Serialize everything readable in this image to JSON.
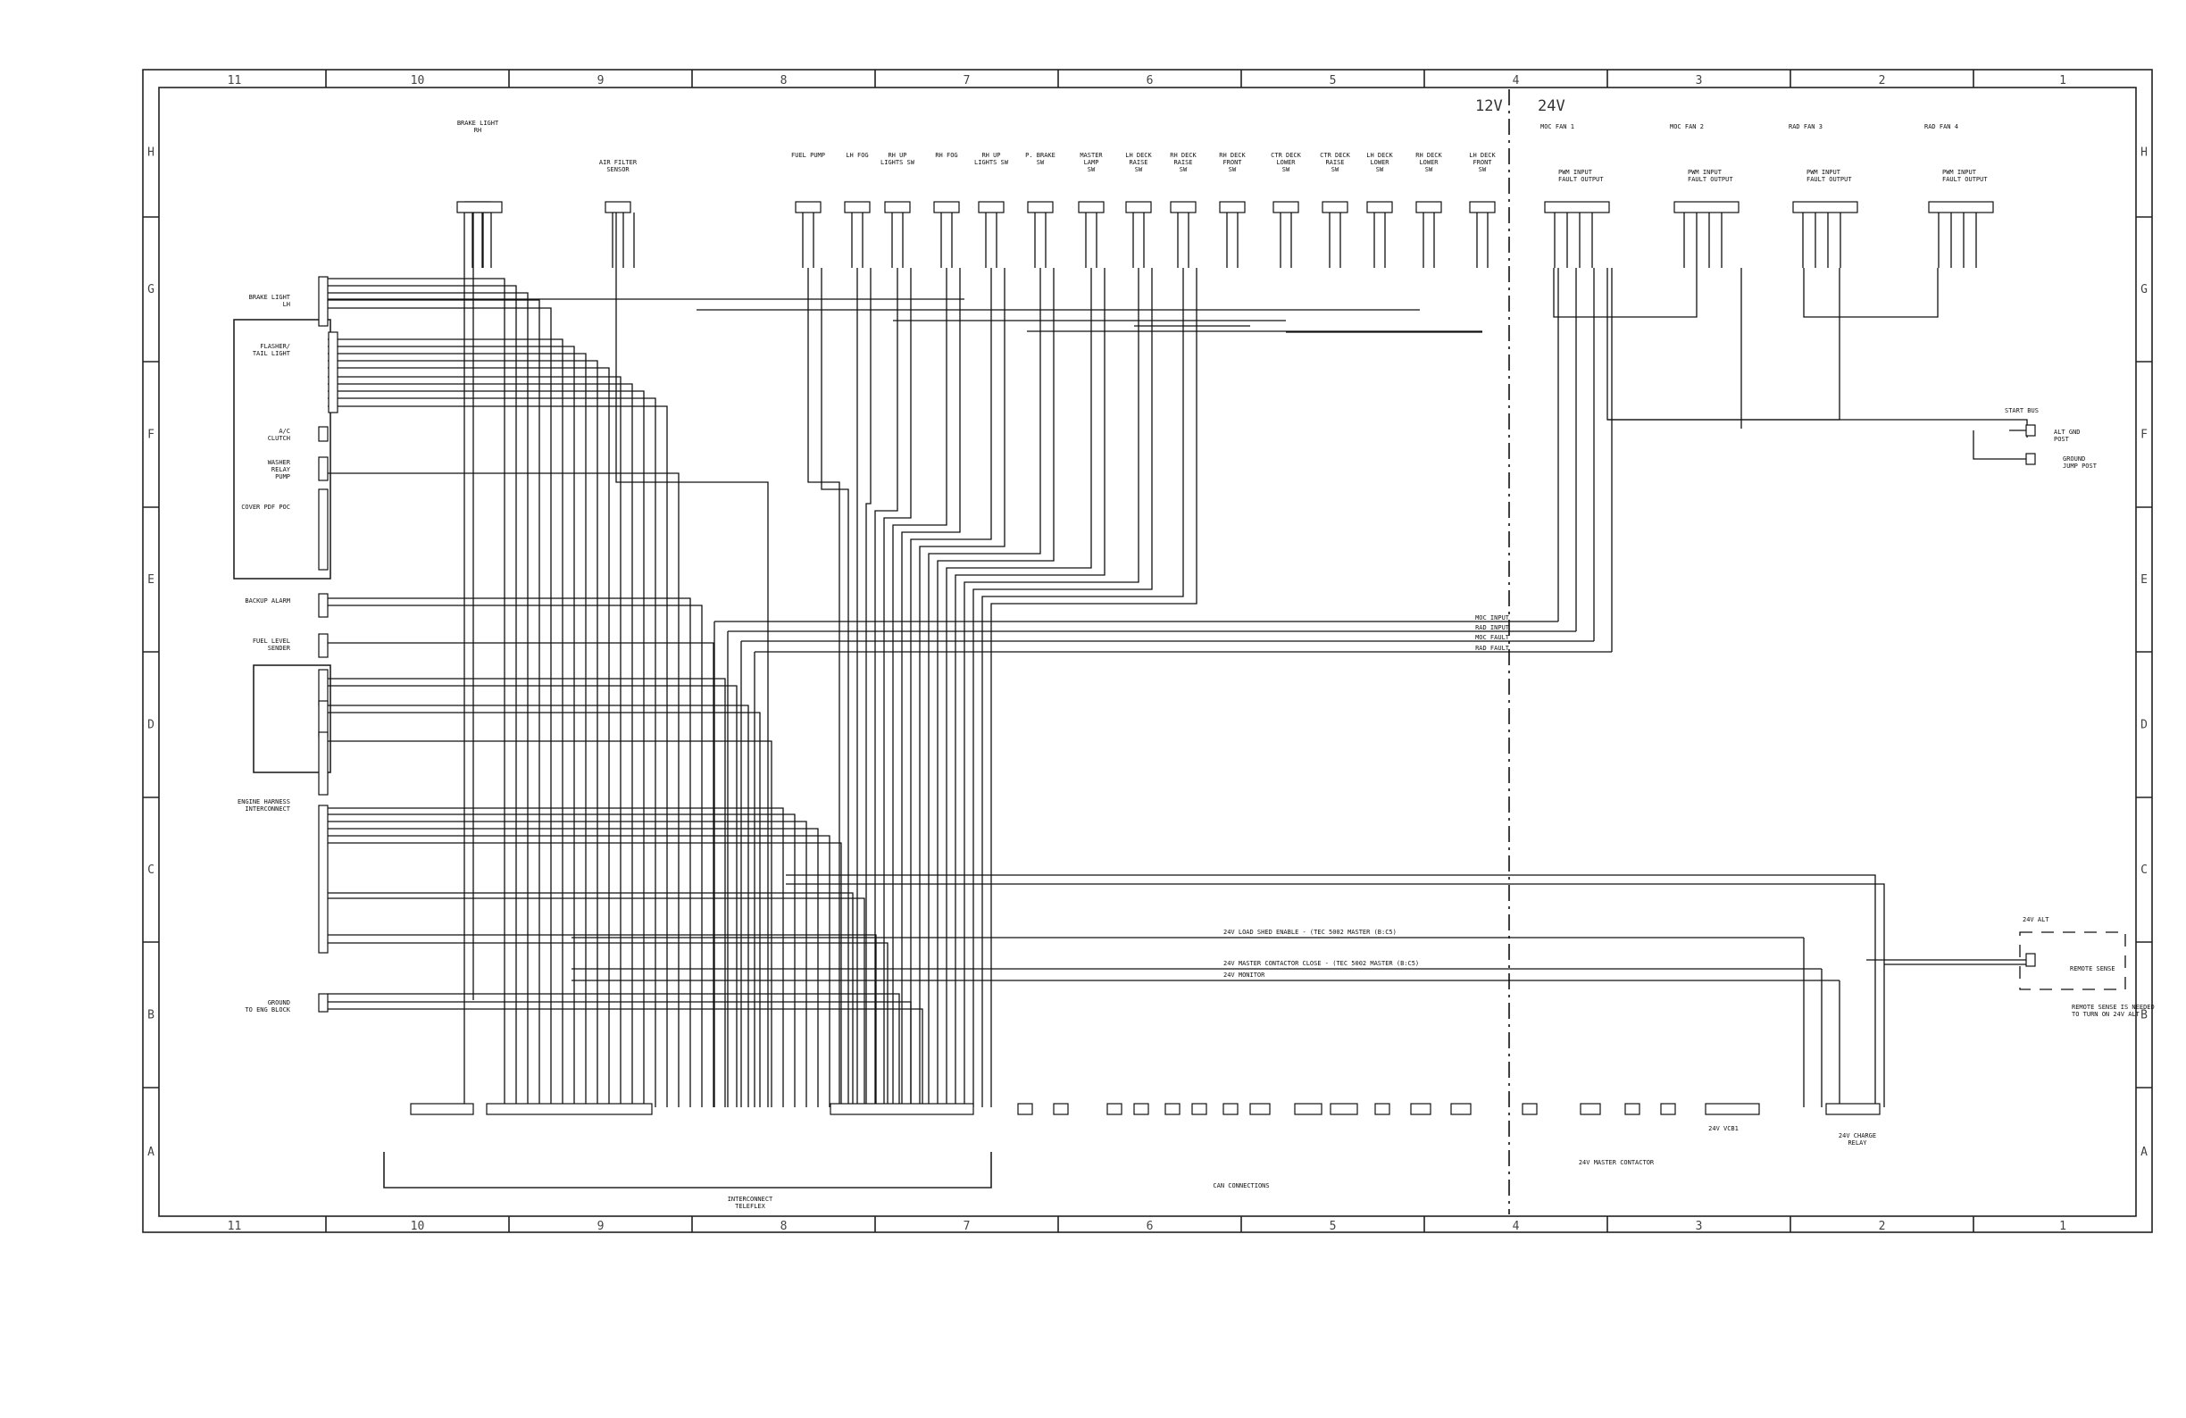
{
  "frame": {
    "col_labels": [
      "11",
      "10",
      "9",
      "8",
      "7",
      "6",
      "5",
      "4",
      "3",
      "2",
      "1"
    ],
    "row_labels": [
      "H",
      "G",
      "F",
      "E",
      "D",
      "C",
      "B",
      "A"
    ]
  },
  "voltage_labels": {
    "left": "12V",
    "right": "24V"
  },
  "top_connectors": [
    {
      "label": "BRAKE LIGHT\nRH"
    },
    {
      "label": "AIR FILTER\nSENSOR"
    },
    {
      "label": "FUEL PUMP"
    },
    {
      "label": "LH FOG"
    },
    {
      "label": "RH UP\nLIGHTS SW"
    },
    {
      "label": "RH FOG"
    },
    {
      "label": "RH UP\nLIGHTS SW"
    },
    {
      "label": "P. BRAKE\nSW"
    },
    {
      "label": "MASTER\nLAMP\nSW"
    },
    {
      "label": "LH DECK\nRAISE\nSW"
    },
    {
      "label": "RH DECK\nRAISE\nSW"
    },
    {
      "label": "RH DECK\nFRONT\nSW"
    },
    {
      "label": "CTR DECK\nLOWER\nSW"
    },
    {
      "label": "CTR DECK\nRAISE\nSW"
    },
    {
      "label": "LH DECK\nLOWER\nSW"
    },
    {
      "label": "RH DECK\nLOWER\nSW"
    },
    {
      "label": "LH DECK\nFRONT\nSW"
    }
  ],
  "fan_connectors": [
    {
      "label": "MOC FAN 1"
    },
    {
      "label": "MOC FAN 2"
    },
    {
      "label": "RAD FAN 3"
    },
    {
      "label": "RAD FAN 4"
    }
  ],
  "left_blocks": [
    {
      "label": "BRAKE LIGHT\nLH"
    },
    {
      "label": "FLASHER/\nTAIL LIGHT"
    },
    {
      "label": "A/C\nCLUTCH"
    },
    {
      "label": "WASHER\nRELAY\nPUMP"
    },
    {
      "label": "COVER PDF POC"
    },
    {
      "label": "BACKUP ALARM"
    },
    {
      "label": "FUEL LEVEL\nSENDER"
    },
    {
      "label": "ENGINE HARNESS\nINTERCONNECT"
    },
    {
      "label": "GROUND\nTO ENG BLOCK"
    }
  ],
  "bus_labels": [
    {
      "label": "MOC INPUT"
    },
    {
      "label": "RAD INPUT"
    },
    {
      "label": "MOC FAULT"
    },
    {
      "label": "RAD FAULT"
    },
    {
      "label": "24V LOAD SHED ENABLE  - (TEC 5002 MASTER (B:C5)"
    },
    {
      "label": "24V MASTER CONTACTOR CLOSE  - (TEC 5002 MASTER (B:C5)"
    },
    {
      "label": "24V MONITOR"
    }
  ],
  "bottom_labels": [
    {
      "label": "INTERCONNECT\nTELEFLEX"
    },
    {
      "label": "CAN CONNECTIONS"
    },
    {
      "label": "24V MASTER CONTACTOR"
    },
    {
      "label": "24V VCB1"
    },
    {
      "label": "24V CHARGE\nRELAY"
    }
  ],
  "right_side": [
    {
      "label": "START BUS"
    },
    {
      "label": "ALT GND\nPOST"
    },
    {
      "label": "GROUND\nJUMP POST"
    },
    {
      "label": "24V ALT"
    },
    {
      "label": "REMOTE SENSE"
    },
    {
      "label": "REMOTE SENSE IS NEEDED\nTO TURN ON 24V ALT"
    }
  ]
}
